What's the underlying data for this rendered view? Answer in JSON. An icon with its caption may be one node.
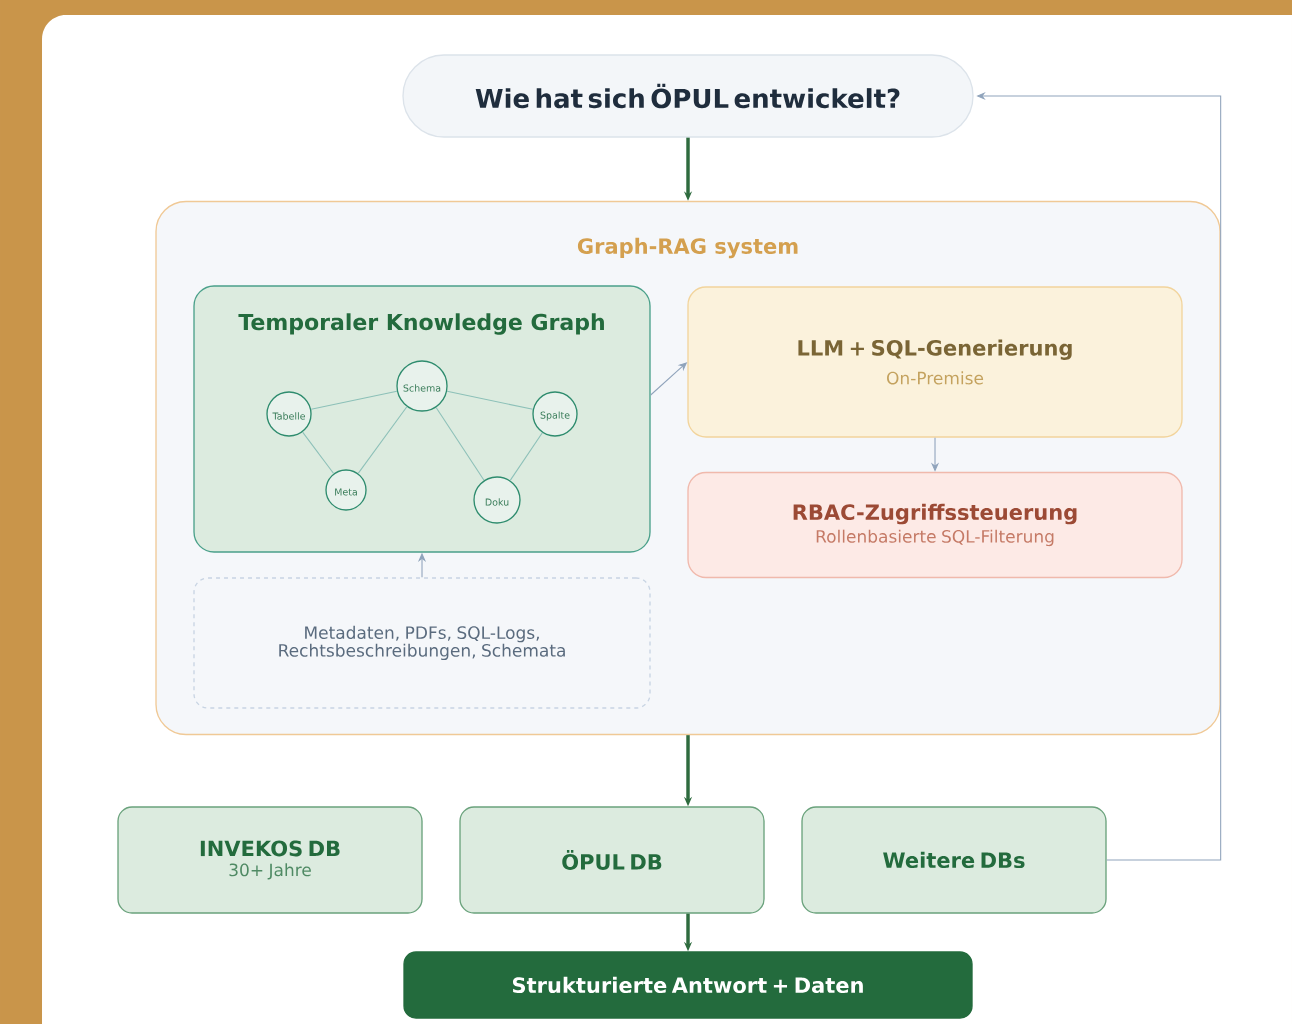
{
  "diagram": {
    "nodes": [
      {
        "text": [
          "Wie hat sich ÖPUL entwickelt?"
        ]
      },
      {
        "text": [
          "Graph-RAG system"
        ]
      },
      {
        "text": [
          "Temporaler Knowledge Graph"
        ],
        "in": 1
      },
      {
        "text": [
          "Schema"
        ],
        "in": 2
      },
      {
        "text": [
          "Tabelle"
        ],
        "in": 2
      },
      {
        "text": [
          "Spalte"
        ],
        "in": 2
      },
      {
        "text": [
          "Meta"
        ],
        "in": 2
      },
      {
        "text": [
          "Doku"
        ],
        "in": 2
      },
      {
        "text": [
          "Metadaten, PDFs, SQL-Logs, Rechtsbeschreibungen, Schemata"
        ],
        "in": 1
      },
      {
        "text": [
          "LLM + SQL-Generierung",
          "On-Premise"
        ],
        "in": 1
      },
      {
        "text": [
          "RBAC-Zugriffssteuerung",
          "Rollenbasierte SQL-Filterung"
        ],
        "in": 1
      },
      {
        "text": [
          "INVEKOS DB",
          "30+ Jahre"
        ]
      },
      {
        "text": [
          "ÖPUL DB"
        ]
      },
      {
        "text": [
          "Weitere DBs"
        ]
      },
      {
        "text": [
          "Strukturierte Antwort + Daten"
        ]
      }
    ],
    "edges": [
      {
        "from": 0,
        "to": 1,
        "arrow": "to",
        "style": "thick",
        "color": "#2e6b3e"
      },
      {
        "from": 4,
        "to": 3,
        "arrow": "none",
        "color": "#8cc0b8"
      },
      {
        "from": 3,
        "to": 5,
        "arrow": "none",
        "color": "#8cc0b8"
      },
      {
        "from": 4,
        "to": 6,
        "arrow": "none",
        "color": "#8cc0b8"
      },
      {
        "from": 3,
        "to": 6,
        "arrow": "none",
        "color": "#8cc0b8"
      },
      {
        "from": 3,
        "to": 7,
        "arrow": "none",
        "color": "#8cc0b8"
      },
      {
        "from": 5,
        "to": 7,
        "arrow": "none",
        "color": "#8cc0b8"
      },
      {
        "from": 8,
        "to": 2,
        "arrow": "to",
        "color": "#8fa3bb"
      },
      {
        "from": 2,
        "to": 9,
        "arrow": "to",
        "color": "#8fa3bb"
      },
      {
        "from": 9,
        "to": 10,
        "arrow": "to",
        "color": "#8fa3bb"
      },
      {
        "from": 1,
        "to": 12,
        "arrow": "to",
        "style": "thick",
        "color": "#2e6b3e"
      },
      {
        "from": 12,
        "to": 14,
        "arrow": "to",
        "style": "thick",
        "color": "#2e6b3e"
      },
      {
        "from": 13,
        "to": 0,
        "arrow": "to",
        "color": "#8fa3bb"
      }
    ]
  }
}
